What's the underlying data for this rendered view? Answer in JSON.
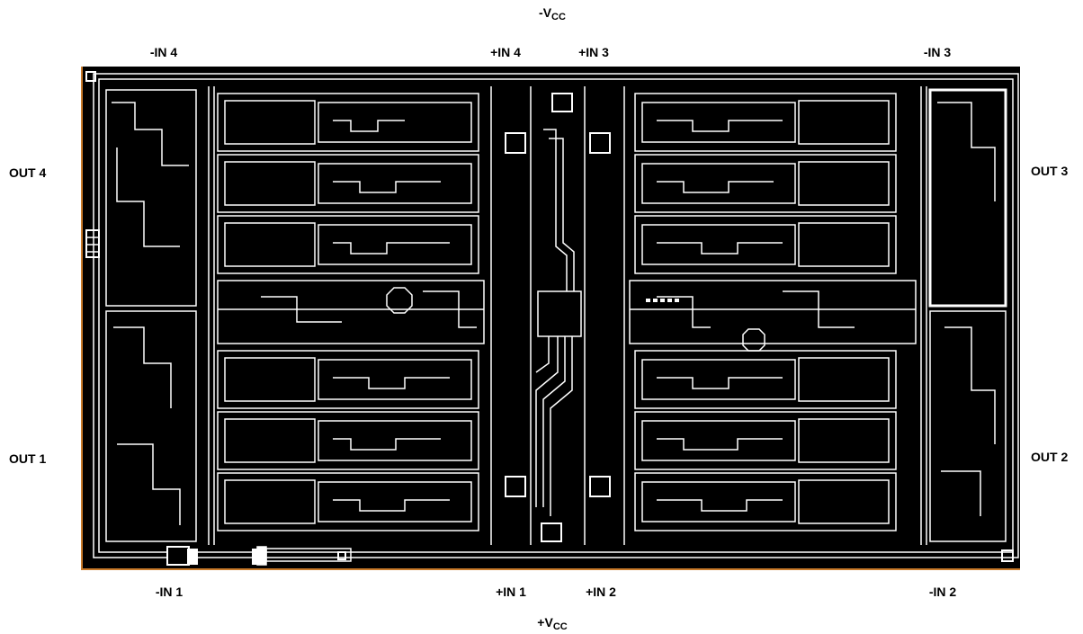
{
  "pins": {
    "neg_vcc": {
      "prefix": "-V",
      "sub": "CC"
    },
    "pos_vcc": {
      "prefix": "+V",
      "sub": "CC"
    },
    "neg_in_4": "-IN 4",
    "pos_in_4": "+IN 4",
    "pos_in_3": "+IN 3",
    "neg_in_3": "-IN 3",
    "out_4": "OUT 4",
    "out_3": "OUT 3",
    "out_1": "OUT 1",
    "out_2": "OUT 2",
    "neg_in_1": "-IN 1",
    "pos_in_1": "+IN 1",
    "pos_in_2": "+IN 2",
    "neg_in_2": "-IN 2"
  },
  "colors": {
    "die_background": "#000000",
    "metal": "#ffffff",
    "die_edge": "#c87a2a"
  }
}
